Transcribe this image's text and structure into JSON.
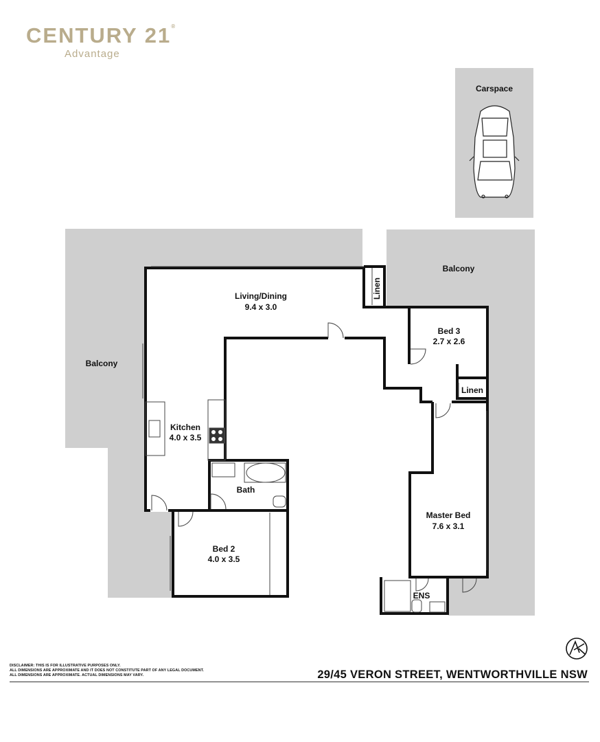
{
  "brand": {
    "name": "CENTURY 21",
    "registered": "®",
    "office": "Advantage"
  },
  "rooms": {
    "carspace": "Carspace",
    "balcony_right": "Balcony",
    "balcony_left": "Balcony",
    "living": {
      "name": "Living/Dining",
      "dims": "9.4 x 3.0"
    },
    "linen_top": "Linen",
    "bed3": {
      "name": "Bed 3",
      "dims": "2.7 x 2.6"
    },
    "linen_mid": "Linen",
    "kitchen": {
      "name": "Kitchen",
      "dims": "4.0 x 3.5"
    },
    "bath": "Bath",
    "master": {
      "name": "Master Bed",
      "dims": "7.6 x 3.1"
    },
    "bed2": {
      "name": "Bed 2",
      "dims": "4.0 x 3.5"
    },
    "ens": "ENS"
  },
  "disclaimer": [
    "DISCLAIMER: THIS IS FOR ILLUSTRATIVE PURPOSES ONLY.",
    "ALL DIMENSIONS ARE APPROXIMATE AND IT DOES NOT CONSTITUTE PART OF ANY LEGAL DOCUMENT.",
    "ALL DIMENSIONS ARE APPROXIMATE. ACTUAL DIMENSIONS MAY VARY."
  ],
  "address": "29/45 VERON STREET, WENTWORTHVILLE NSW",
  "colors": {
    "outdoor": "#cfcfcf",
    "wall": "#111111",
    "brand": "#b9ac8c"
  },
  "icons": {
    "car": "car-top-view-icon",
    "compass": "north-compass-icon"
  }
}
